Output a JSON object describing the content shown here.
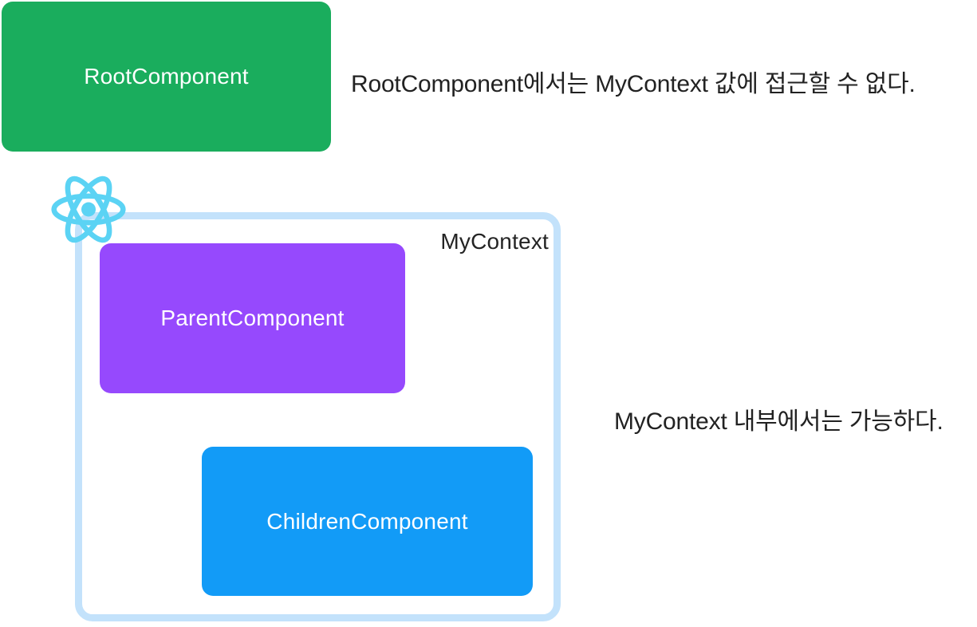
{
  "diagram": {
    "title_hint": "React Context scope diagram",
    "root_component": {
      "label": "RootComponent",
      "color": "#1aad5d"
    },
    "context_container": {
      "label": "MyContext",
      "border_color": "#c3e2fb",
      "label_color": "#242424"
    },
    "parent_component": {
      "label": "ParentComponent",
      "color": "#9649fd"
    },
    "children_component": {
      "label": "ChildrenComponent",
      "color": "#129bf7"
    },
    "annotations": {
      "root_note": "RootComponent에서는 MyContext 값에 접근할 수 없다.",
      "context_note": "MyContext 내부에서는 가능하다.",
      "text_color": "#222222"
    },
    "icons": {
      "react_logo": {
        "name": "react-logo-icon",
        "color": "#5bd3f4"
      }
    },
    "component_label_text_color": "#ffffff",
    "background_color": "#ffffff"
  }
}
